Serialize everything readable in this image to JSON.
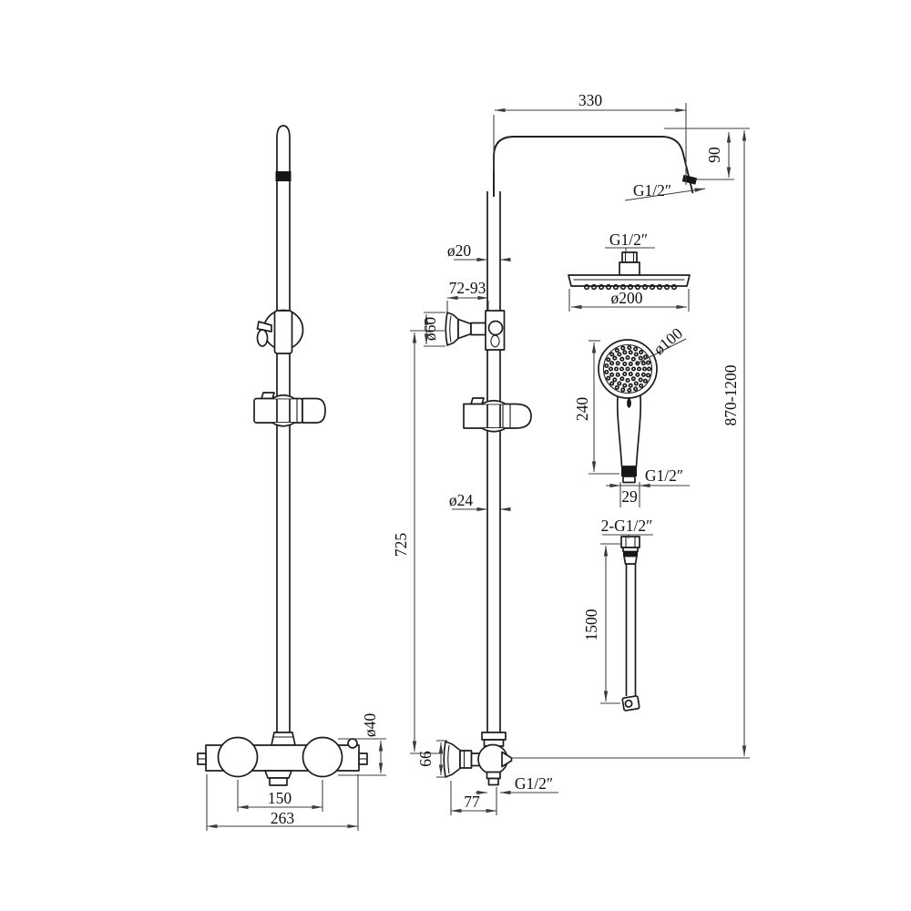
{
  "drawing": {
    "background": "#ffffff",
    "object_line_color": "#1d1d1d",
    "dimension_line_color": "#3c3c3c",
    "text_color": "#101010"
  },
  "labels": {
    "arm_length": "330",
    "arm_drop": "90",
    "arm_thread": "G1/2″",
    "riser_upper_diameter": "ø20",
    "wall_bracket_range": "72-93",
    "wall_flange_diameter": "ø60",
    "head_thread": "G1/2″",
    "head_diameter": "ø200",
    "hand_shower_diameter": "ø100",
    "hand_shower_length": "240",
    "hand_shower_thread": "G1/2″",
    "hand_shower_width": "29",
    "hose_threads": "2-G1/2″",
    "hose_length": "1500",
    "overall_height": "870-1200",
    "riser_height": "725",
    "riser_lower_diameter": "ø24",
    "mixer_knob_diameter": "ø40",
    "outlet_flange_height": "66",
    "outlet_thread": "G1/2″",
    "outlet_offset": "77",
    "mixer_port_spacing": "150",
    "mixer_width": "263"
  }
}
